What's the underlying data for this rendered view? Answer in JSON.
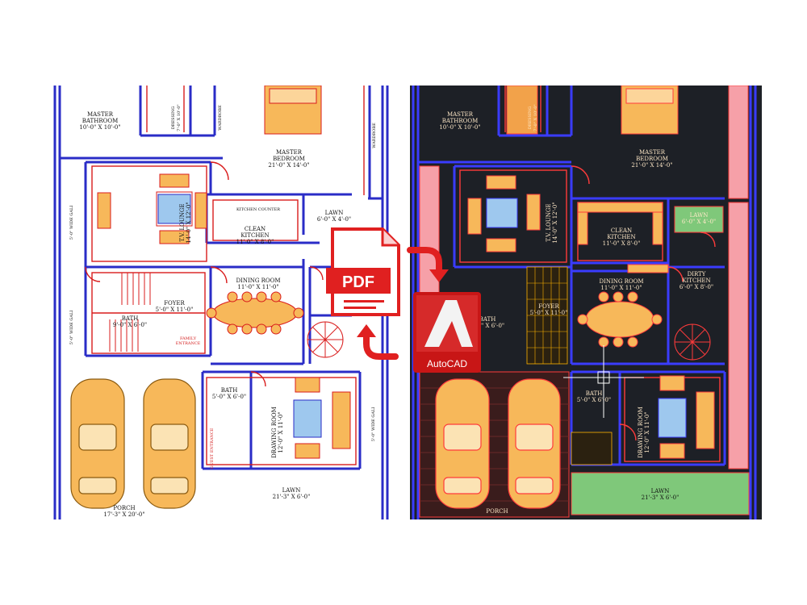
{
  "colors": {
    "wall_blue": "#2a2cc7",
    "accent_red": "#d91c1c",
    "furniture_orange": "#f7b85a",
    "cad_background": "#1d2026",
    "lawn_green": "#7fc87a",
    "water_blue": "#9ec8ee"
  },
  "icons": [
    "pdf-file-icon",
    "autocad-icon",
    "convert-arrow-icon"
  ],
  "pdf_label": "PDF",
  "autocad_label": "AutoCAD",
  "rooms": {
    "master_bath": {
      "name": "MASTER\nBATHROOM",
      "line1": "MASTER",
      "line2": "BATHROOM",
      "size": "10'-0\" X 10'-0\""
    },
    "dressing": {
      "name": "DRESSING",
      "size": "7'-0\" X 10'-0\""
    },
    "wardrobe": "WARDROBE",
    "master_bed": {
      "line1": "MASTER",
      "line2": "BEDROOM",
      "size": "21'-0\" X 14'-0\""
    },
    "tv_lounge": {
      "name": "T.V. LOUNGE",
      "size": "14'-0\" X 12'-0\""
    },
    "kitchen_counter": "KITCHEN COUNTER",
    "lawn_small": {
      "name": "LAWN",
      "size": "6'-0\" X 4'-0\""
    },
    "clean_kitchen": {
      "line1": "CLEAN",
      "line2": "KITCHEN",
      "size": "11'-0\" X 8'-0\""
    },
    "wide_gali": "5'-0\" WIDE GALI",
    "foyer": {
      "name": "FOYER",
      "size": "5'-0\" X 11'-0\""
    },
    "dining": {
      "name": "DINING ROOM",
      "size": "11'-0\" X 11'-0\""
    },
    "dirty_kitchen": {
      "line1": "DIRTY",
      "line2": "KITCHEN",
      "size": "6'-0\" X 8'-0\""
    },
    "bath_left": {
      "name": "BATH",
      "size": "9'-0\" X 6'-0\""
    },
    "family_entrance": {
      "line1": "FAMILY",
      "line2": "ENTRANCE"
    },
    "bath_mid": {
      "name": "BATH",
      "size": "5'-0\" X 6'-0\""
    },
    "drawing": {
      "name": "DRAWING ROOM",
      "size": "12'-0\" X 11'-0\""
    },
    "guest_entrance": "GUEST ENTRANCE",
    "lawn_big": {
      "name": "LAWN",
      "size": "21'-3\" X 6'-0\""
    },
    "porch": {
      "name": "PORCH",
      "size": "17'-3\" X 20'-0\""
    }
  }
}
